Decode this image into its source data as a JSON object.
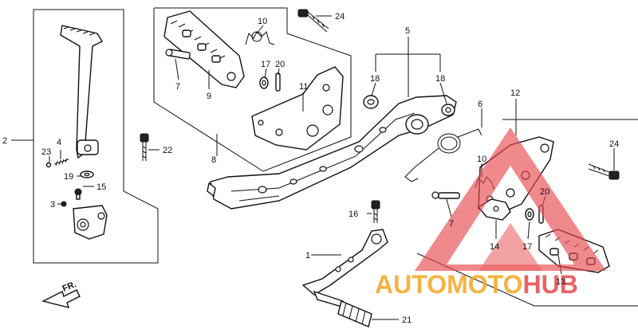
{
  "diagram": {
    "labels": [
      {
        "id": "p2",
        "text": "2"
      },
      {
        "id": "p23",
        "text": "23"
      },
      {
        "id": "p4",
        "text": "4"
      },
      {
        "id": "p19",
        "text": "19"
      },
      {
        "id": "p15",
        "text": "15"
      },
      {
        "id": "p3",
        "text": "3"
      },
      {
        "id": "p10a",
        "text": "10"
      },
      {
        "id": "p24a",
        "text": "24"
      },
      {
        "id": "p17a",
        "text": "17"
      },
      {
        "id": "p20a",
        "text": "20"
      },
      {
        "id": "p7a",
        "text": "7"
      },
      {
        "id": "p9",
        "text": "9"
      },
      {
        "id": "p11",
        "text": "11"
      },
      {
        "id": "p5",
        "text": "5"
      },
      {
        "id": "p18a",
        "text": "18"
      },
      {
        "id": "p18b",
        "text": "18"
      },
      {
        "id": "p22",
        "text": "22"
      },
      {
        "id": "p8",
        "text": "8"
      },
      {
        "id": "p6",
        "text": "6"
      },
      {
        "id": "p12",
        "text": "12"
      },
      {
        "id": "p24b",
        "text": "24"
      },
      {
        "id": "p10b",
        "text": "10"
      },
      {
        "id": "p20b",
        "text": "20"
      },
      {
        "id": "p7b",
        "text": "7"
      },
      {
        "id": "p16",
        "text": "16"
      },
      {
        "id": "p14",
        "text": "14"
      },
      {
        "id": "p17b",
        "text": "17"
      },
      {
        "id": "p1",
        "text": "1"
      },
      {
        "id": "p13",
        "text": "13"
      },
      {
        "id": "p21",
        "text": "21"
      }
    ],
    "direction_marker": "FR.",
    "watermark": {
      "part1": "AUTO",
      "part2": "MOTO",
      "part3": "HUB"
    }
  },
  "colors": {
    "line": "#111111",
    "watermark_red": "#e8474b",
    "watermark_orange": "#f5a623",
    "background": "#ffffff"
  }
}
